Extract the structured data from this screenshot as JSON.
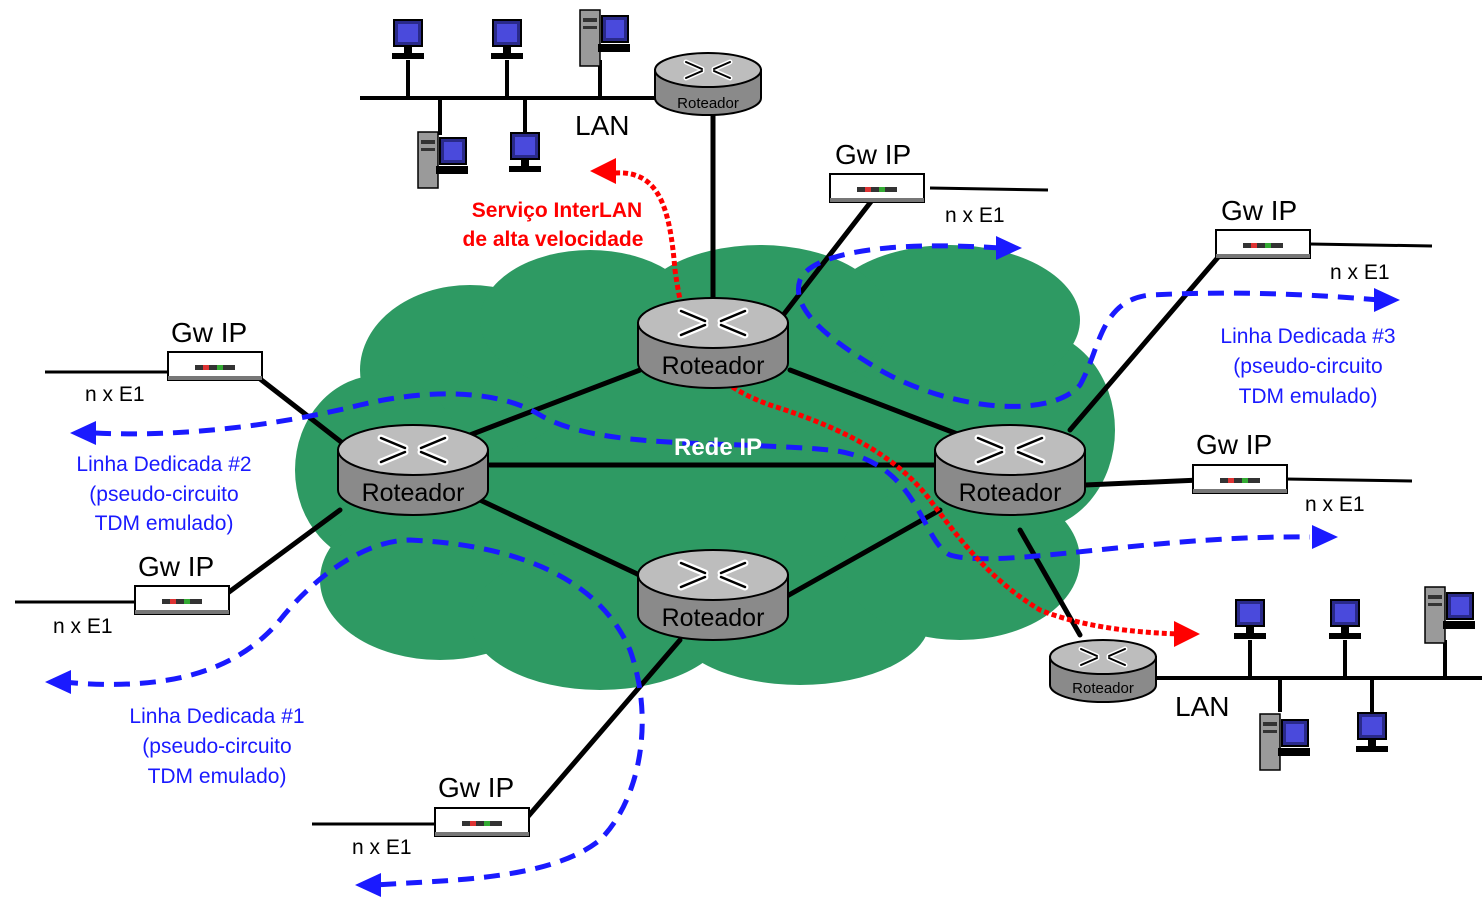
{
  "colors": {
    "cloud": "#2e9a63",
    "router_body": "#8c8c8c",
    "router_top": "#b8b8b8",
    "link": "#000000",
    "dedicated_line": "#1a1aff",
    "interlan_path": "#ff0000"
  },
  "cloud_label": "Rede IP",
  "router_label": "Roteador",
  "gateway_label": "Gw IP",
  "trunk_label": "n x E1",
  "lan_label": "LAN",
  "interlan_service": {
    "line1": "Serviço InterLAN",
    "line2": "de alta velocidade"
  },
  "dedicated_lines": [
    {
      "title": "Linha Dedicada #1",
      "line2": "(pseudo-circuito",
      "line3": "TDM emulado)"
    },
    {
      "title": "Linha Dedicada #2",
      "line2": "(pseudo-circuito",
      "line3": "TDM emulado)"
    },
    {
      "title": "Linha Dedicada #3",
      "line2": "(pseudo-circuito",
      "line3": "TDM emulado)"
    }
  ],
  "icons": {
    "router": "router-icon",
    "gateway": "gateway-device-icon",
    "computer": "computer-icon",
    "server": "server-tower-icon"
  }
}
